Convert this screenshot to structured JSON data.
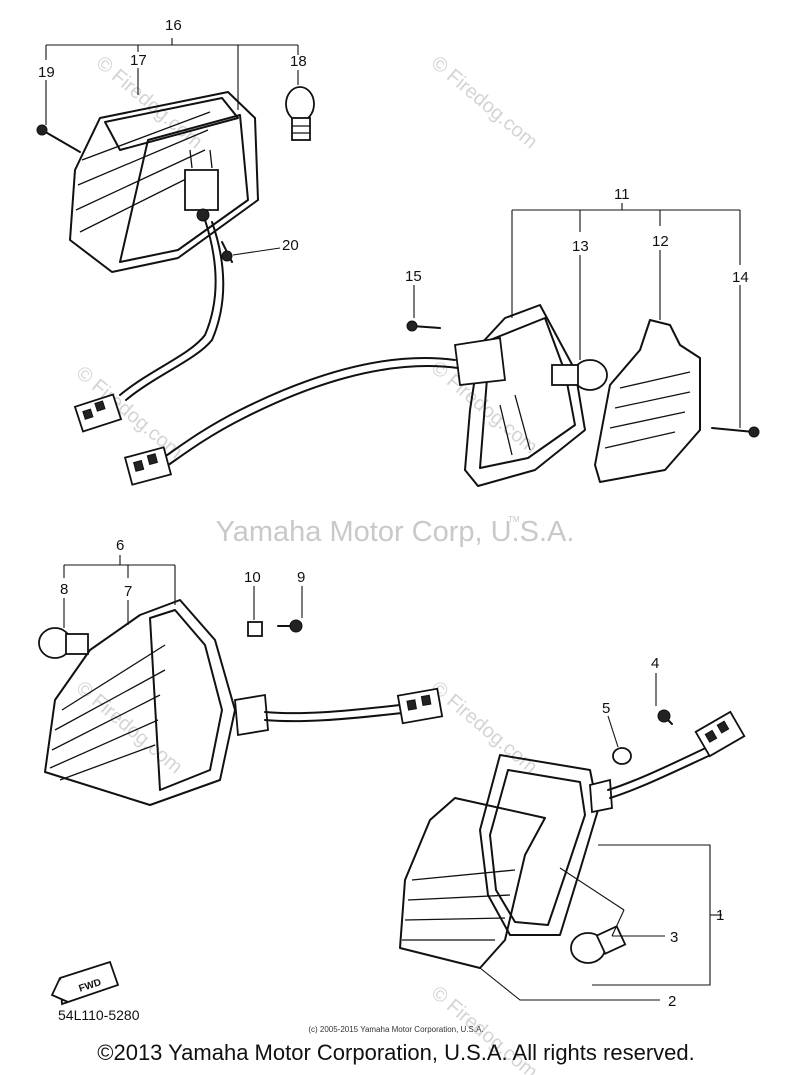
{
  "watermark": {
    "center": "Yamaha Motor Corp, U.S.A.",
    "tm": "TM",
    "tile": "© Firedog.com"
  },
  "callouts": {
    "c1": "1",
    "c2": "2",
    "c3": "3",
    "c4": "4",
    "c5": "5",
    "c6": "6",
    "c7": "7",
    "c8": "8",
    "c9": "9",
    "c10": "10",
    "c11": "11",
    "c12": "12",
    "c13": "13",
    "c14": "14",
    "c15": "15",
    "c16": "16",
    "c17": "17",
    "c18": "18",
    "c19": "19",
    "c20": "20"
  },
  "fwd_badge": "FWD",
  "diagram_code": "54L110-5280",
  "inner_copyright": "(c) 2005-2015 Yamaha Motor Corporation, U.S.A.",
  "copyright": "©2013 Yamaha Motor Corporation, U.S.A. All rights reserved."
}
